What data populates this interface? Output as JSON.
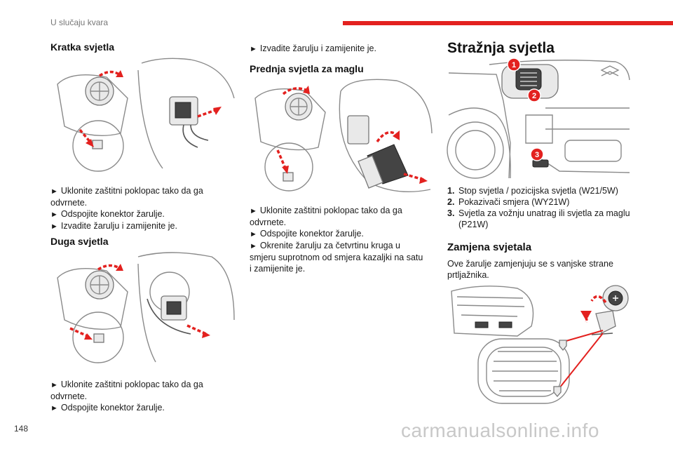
{
  "header": {
    "section_title": "U slučaju kvara",
    "accent_color": "#e3211f"
  },
  "page_number": "148",
  "watermark": "carmanualsonline.info",
  "col1": {
    "low_beam": {
      "title": "Kratka svjetla",
      "steps": [
        "Uklonite zaštitni poklopac tako da ga odvrnete.",
        "Odspojite konektor žarulje.",
        "Izvadite žarulju i zamijenite je."
      ]
    },
    "high_beam": {
      "title": "Duga svjetla",
      "steps": [
        "Uklonite zaštitni poklopac tako da ga odvrnete.",
        "Odspojite konektor žarulje."
      ]
    }
  },
  "col2": {
    "continuation_step": "Izvadite žarulju i zamijenite je.",
    "fog": {
      "title": "Prednja svjetla za maglu",
      "steps": [
        "Uklonite zaštitni poklopac tako da ga odvrnete.",
        "Odspojite konektor žarulje.",
        "Okrenite žarulju za četvrtinu kruga u smjeru suprotnom od smjera kazaljki na satu i zamijenite je."
      ]
    }
  },
  "col3": {
    "title": "Stražnja svjetla",
    "badges": [
      "1",
      "2",
      "3"
    ],
    "list": [
      {
        "num": "1.",
        "text": "Stop svjetla / pozicijska svjetla (W21/5W)"
      },
      {
        "num": "2.",
        "text": "Pokazivači smjera (WY21W)"
      },
      {
        "num": "3.",
        "text": "Svjetla za vožnju unatrag ili svjetla za maglu (P21W)"
      }
    ],
    "replace": {
      "title": "Zamjena svjetala",
      "text": "Ove žarulje zamjenjuju se s vanjske strane prtljažnika."
    }
  },
  "bullet_glyph": "►"
}
